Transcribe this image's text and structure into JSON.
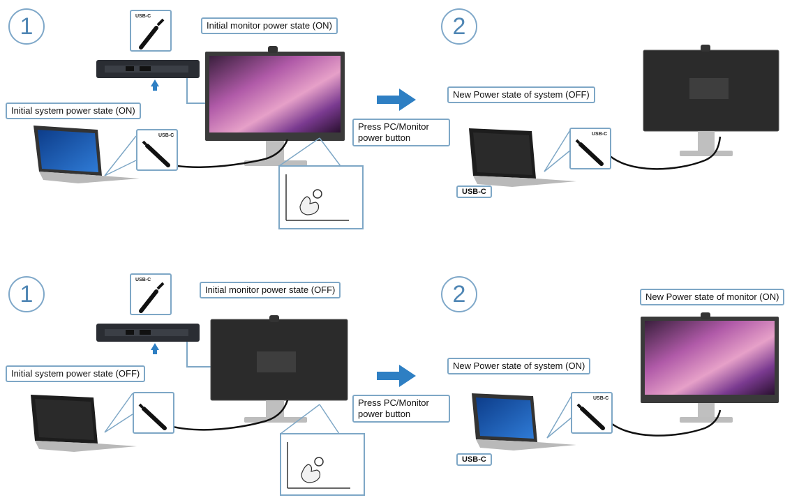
{
  "panels": [
    {
      "step1": "1",
      "step2": "2",
      "usb_dock": "USB-C",
      "monitor_initial": "Initial monitor power state (ON)",
      "system_initial": "Initial system power state (ON)",
      "usb_cable": "USB-C",
      "press_label": "Press PC/Monitor power button",
      "system_new": "New Power state of system (OFF)",
      "usb_new": "USB-C",
      "usb_tag": "USB-C"
    },
    {
      "step1": "1",
      "step2": "2",
      "usb_dock": "USB-C",
      "monitor_initial": "Initial monitor power state (OFF)",
      "system_initial": "Initial system power state (OFF)",
      "press_label": "Press PC/Monitor power button",
      "system_new": "New Power state of system (ON)",
      "monitor_new": "New Power state of monitor (ON)",
      "usb_new": "USB-C",
      "usb_tag": "USB-C"
    }
  ],
  "colors": {
    "accent": "#2e7fc3",
    "border": "#7ea7c6",
    "screen_off": "#2b2b2b"
  }
}
